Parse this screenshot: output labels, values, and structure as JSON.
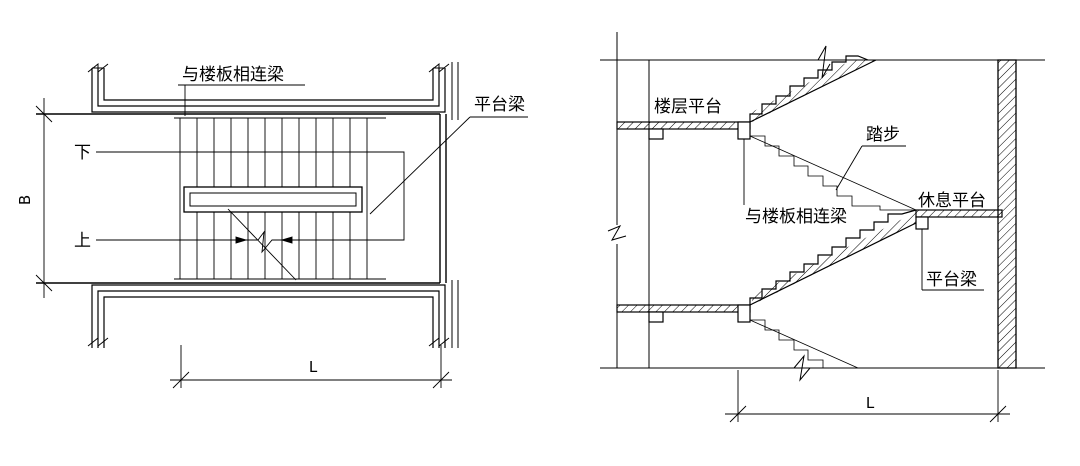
{
  "plan": {
    "label_beam_slab": "与楼板相连梁",
    "label_platform_beam": "平台梁",
    "label_down": "下",
    "label_up": "上",
    "dim_b": "B",
    "dim_l": "L"
  },
  "section": {
    "label_floor_platform": "楼层平台",
    "label_steps": "踏步",
    "label_beam_slab": "与楼板相连梁",
    "label_rest_platform": "休息平台",
    "label_platform_beam": "平台梁",
    "dim_l": "L"
  }
}
